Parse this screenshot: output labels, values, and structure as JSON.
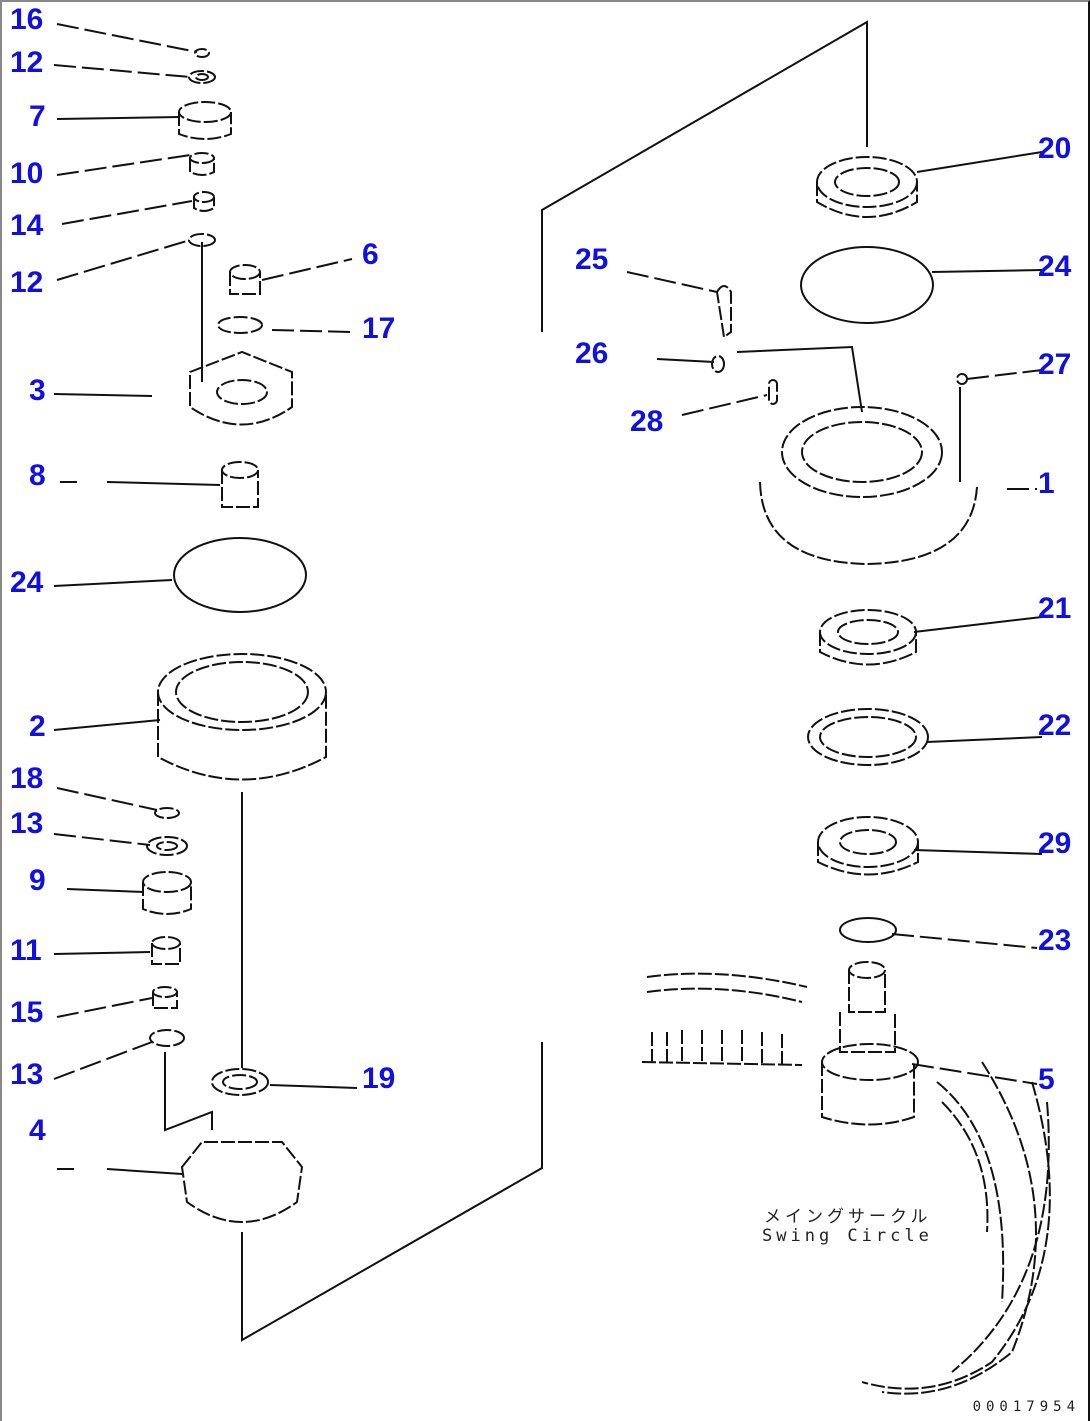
{
  "diagram": {
    "title": "Swing machinery exploded parts diagram",
    "caption_jp": "メイングサークル",
    "caption_en": "Swing Circle",
    "document_number": "00017954",
    "label_color": "#1010e0",
    "callouts": [
      {
        "id": "c16",
        "text": "16"
      },
      {
        "id": "c12a",
        "text": "12"
      },
      {
        "id": "c7",
        "text": "7"
      },
      {
        "id": "c10",
        "text": "10"
      },
      {
        "id": "c14",
        "text": "14"
      },
      {
        "id": "c12b",
        "text": "12"
      },
      {
        "id": "c6",
        "text": "6"
      },
      {
        "id": "c17",
        "text": "17"
      },
      {
        "id": "c3",
        "text": "3"
      },
      {
        "id": "c8",
        "text": "8"
      },
      {
        "id": "c24a",
        "text": "24"
      },
      {
        "id": "c2",
        "text": "2"
      },
      {
        "id": "c18",
        "text": "18"
      },
      {
        "id": "c13a",
        "text": "13"
      },
      {
        "id": "c9",
        "text": "9"
      },
      {
        "id": "c11",
        "text": "11"
      },
      {
        "id": "c15",
        "text": "15"
      },
      {
        "id": "c13b",
        "text": "13"
      },
      {
        "id": "c19",
        "text": "19"
      },
      {
        "id": "c4",
        "text": "4"
      },
      {
        "id": "c20",
        "text": "20"
      },
      {
        "id": "c24b",
        "text": "24"
      },
      {
        "id": "c25",
        "text": "25"
      },
      {
        "id": "c26",
        "text": "26"
      },
      {
        "id": "c27",
        "text": "27"
      },
      {
        "id": "c28",
        "text": "28"
      },
      {
        "id": "c1",
        "text": "1"
      },
      {
        "id": "c21",
        "text": "21"
      },
      {
        "id": "c22",
        "text": "22"
      },
      {
        "id": "c29",
        "text": "29"
      },
      {
        "id": "c23",
        "text": "23"
      },
      {
        "id": "c5",
        "text": "5"
      }
    ]
  }
}
